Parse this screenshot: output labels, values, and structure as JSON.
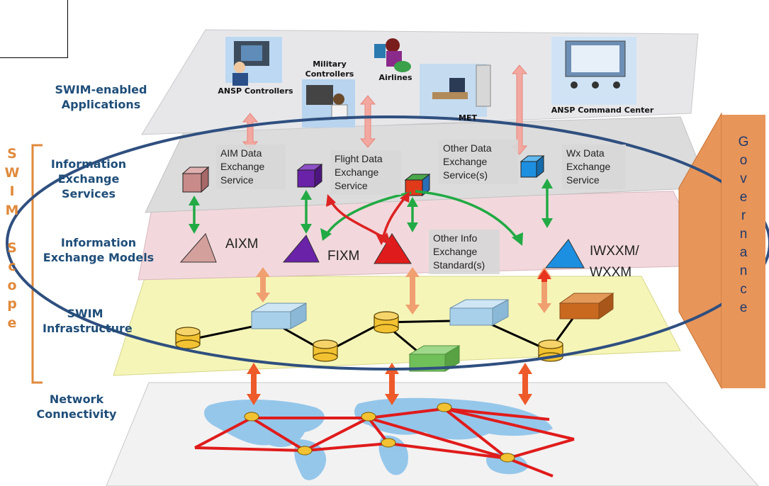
{
  "colors": {
    "label_blue": "#1f4e79",
    "scope_orange": "#e08a3c",
    "governance_fill": "#e8955a",
    "ellipse_stroke": "#2f4f7f",
    "green_arrow": "#22aa44",
    "red_arrow": "#dd2222",
    "orange_arrow": "#f0a070"
  },
  "layers": {
    "apps": "SWIM-enabled Applications",
    "services": "Information Exchange Services",
    "models": "Information Exchange Models",
    "infra": "SWIM Infrastructure",
    "network": "Network Connectivity"
  },
  "actors": {
    "ansp": "ANSP Controllers",
    "military": "Military Controllers",
    "airlines": "Airlines",
    "met": "MET",
    "command": "ANSP Command Center"
  },
  "services": {
    "aim": "AIM Data Exchange Service",
    "flight": "Flight Data Exchange Service",
    "other": "Other Data Exchange Service(s)",
    "wx": "Wx Data Exchange Service"
  },
  "models": {
    "aixm": "AIXM",
    "fixm": "FIXM",
    "other": "Other Info Exchange Standard(s)",
    "iwxxm": "IWXXM/ WXXM"
  },
  "scope_letters": [
    "S",
    "W",
    "I",
    "M",
    "S",
    "c",
    "o",
    "p",
    "e"
  ],
  "governance_letters": [
    "G",
    "o",
    "v",
    "e",
    "r",
    "n",
    "a",
    "n",
    "c",
    "e"
  ]
}
